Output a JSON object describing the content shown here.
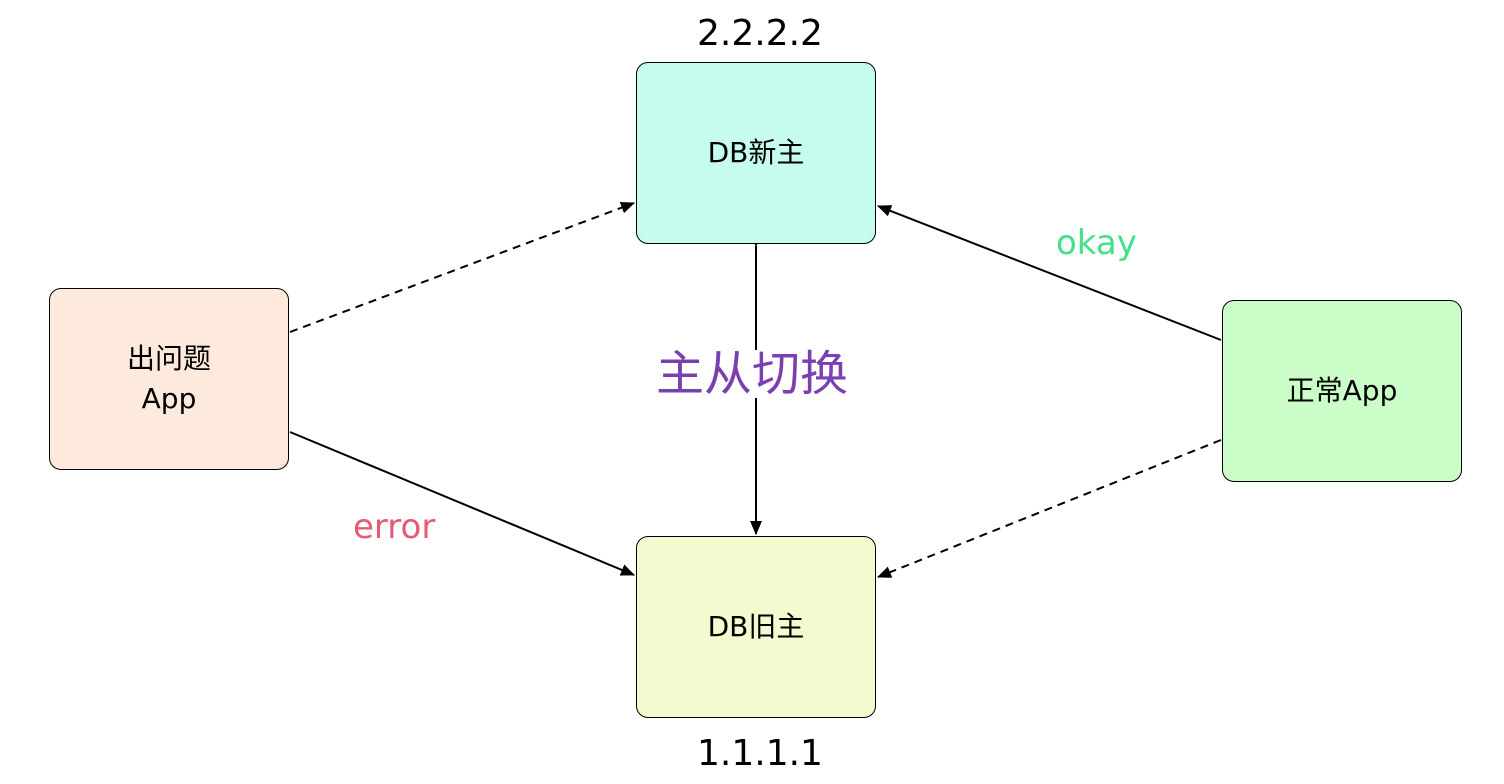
{
  "nodes": {
    "db_new": {
      "label": "DB新主",
      "fill": "#c6fcee",
      "ip": "2.2.2.2"
    },
    "db_old": {
      "label": "DB旧主",
      "fill": "#f1fbcf",
      "ip": "1.1.1.1"
    },
    "problem_app": {
      "lines": [
        "出问题",
        "App"
      ],
      "fill": "#fdeadc"
    },
    "normal_app": {
      "label": "正常App",
      "fill": "#cbfdc8"
    }
  },
  "edges": {
    "okay": {
      "label": "okay",
      "color": "#44e08a"
    },
    "error": {
      "label": "error",
      "color": "#e55a75"
    },
    "switch": {
      "label": "主从切换",
      "color": "#7a3fb0"
    }
  }
}
